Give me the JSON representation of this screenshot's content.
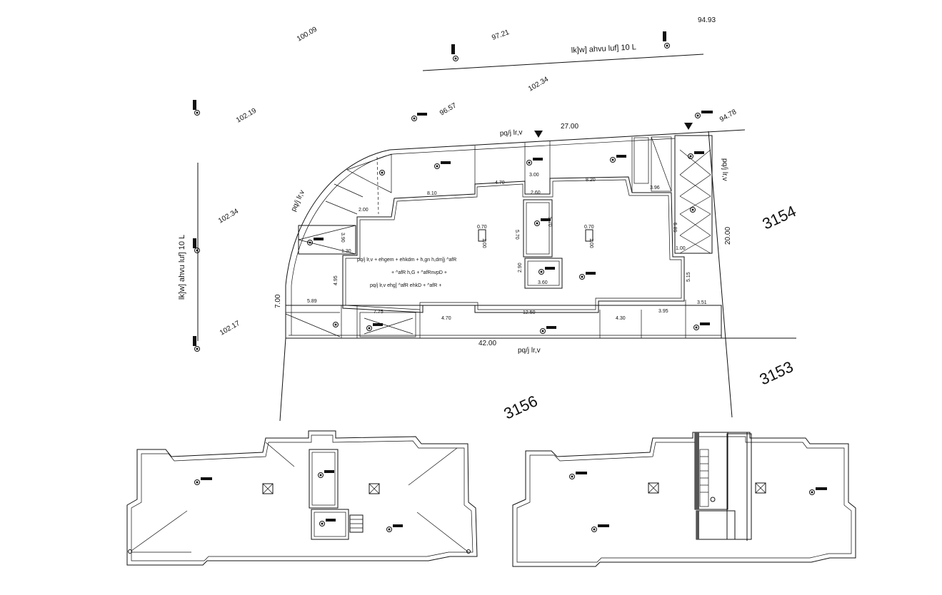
{
  "levels": {
    "top_right": "94.93",
    "top_left": "100.09",
    "road_top_a": "97.21",
    "road_top_b": "102.34",
    "left_a": "102.19",
    "left_b": "102.34",
    "left_c": "102.17",
    "mid_a": "96.57",
    "right_a": "94.78"
  },
  "road_labels": {
    "top_road": "lk]w] ahvu   luf]   10   L",
    "left_road": "lk]w] ahvu   luf]   10   L",
    "top_side": "pq/j lr,v",
    "right_side": "pq/j lr,v",
    "bottom_side": "pq/j lr,v",
    "curve_side": "pq/j lr,v"
  },
  "plot_numbers": {
    "right_upper": "3154",
    "right_lower": "3153",
    "bottom_left": "3156"
  },
  "dimensions": {
    "top_overall": "27.00",
    "bottom_overall": "42.00",
    "left_side": "7.00",
    "right_side": "20.00",
    "d_8_10": "8.10",
    "d_4_70_top": "4.70",
    "d_3_00": "3.00",
    "d_8_20": "8.20",
    "d_2_60": "2.60",
    "d_5_70_a": "5.70",
    "d_5_70_b": "5.70",
    "d_2_90": "2.90",
    "d_3_60": "3.60",
    "d_0_70_a": "0.70",
    "d_1_00_a": "1.00",
    "d_0_70_b": "0.70",
    "d_1_00_b": "1.00",
    "d_2_00": "2.00",
    "d_3_90": "3.90",
    "d_3_96": "3.96",
    "d_1_30": "1.30",
    "d_4_95": "4.95",
    "d_5_89": "5.89",
    "d_7_75": "7.75",
    "d_4_70_bot": "4.70",
    "d_12_50": "12.50",
    "d_4_30": "4.30",
    "d_3_95": "3.95",
    "d_5_15": "5.15",
    "d_3_51": "3.51",
    "d_1_00_c": "1.00",
    "d_5_89_r": "5.89"
  },
  "notes": {
    "line1": "pq/j lr,v  +  ehgem  +  ehkdm  +  h,gn  h,dm]j  ^afR",
    "line2": "+   ^afR  h,G  +  ^afRnvpD  +",
    "line3": "pq/j lr,v ehg]  ^afR  ehkD  +  ^afR  +"
  },
  "symbols": {
    "level_marker": "spot-level-marker",
    "north_arrow": "triangle-marker"
  }
}
